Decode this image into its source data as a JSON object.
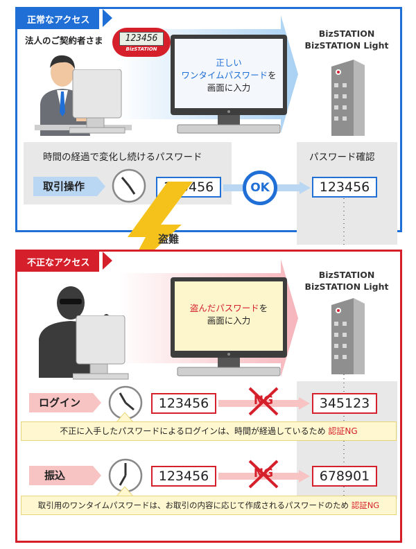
{
  "normal": {
    "tab_label": "正常なアクセス",
    "customer_label": "法人のご契約者さま",
    "token_display": "123456",
    "token_brand": "BizSTATION",
    "screen_line1": "正しい",
    "screen_line2a": "ワンタイムパスワード",
    "screen_line2b": "を",
    "screen_line3": "画面に入力",
    "service_line1": "BizSTATION",
    "service_line2": "BizSTATION Light",
    "changing_label": "時間の経過で変化し続けるパスワード",
    "confirm_label": "パスワード確認",
    "operation_label": "取引操作",
    "password_value": "123456",
    "ok_label": "OK",
    "server_value": "123456"
  },
  "theft_label": "盗難",
  "fraud": {
    "tab_label": "不正なアクセス",
    "screen_line1a": "盗んだパスワード",
    "screen_line1b": "を",
    "screen_line2": "画面に入力",
    "service_line1": "BizSTATION",
    "service_line2": "BizSTATION Light",
    "login": {
      "label": "ログイン",
      "value": "123456",
      "ng_label": "NG",
      "server_value": "345123",
      "note_text": "不正に入手したパスワードによるログインは、時間が経過しているため ",
      "note_accent": "認証NG"
    },
    "transfer": {
      "label": "振込",
      "value": "123456",
      "ng_label": "NG",
      "server_value": "678901",
      "note_text": "取引用のワンタイムパスワードは、お取引の内容に応じて作成されるパスワードのため ",
      "note_accent": "認証NG"
    }
  },
  "colors": {
    "normal_accent": "#1f6fd6",
    "fraud_accent": "#d51f2b",
    "note_background": "#fff7cf",
    "bolt": "#f5c21b"
  }
}
